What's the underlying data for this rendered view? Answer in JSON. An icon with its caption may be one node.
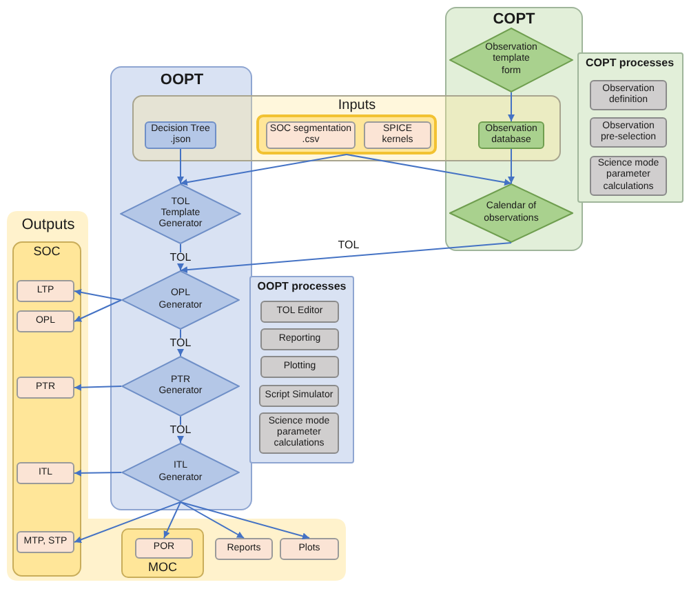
{
  "diagram": {
    "nodes": [
      {
        "text": [
          "OOPT"
        ]
      },
      {
        "text": [
          "Inputs"
        ]
      },
      {
        "text": [
          "Decision Tree .json"
        ]
      },
      {
        "text": [],
        "shape": "box",
        "in": 1
      },
      {
        "text": [
          "SOC segmentation .csv"
        ],
        "in": 3
      },
      {
        "text": [
          "SPICE kernels"
        ],
        "in": 3
      },
      {
        "text": [
          "Observation database"
        ]
      },
      {
        "text": [
          "COPT"
        ]
      },
      {
        "text": [
          "Observation template form"
        ],
        "in": 7
      },
      {
        "text": [
          "Calendar of observations"
        ],
        "in": 7
      },
      {
        "text": [
          "COPT processes"
        ]
      },
      {
        "text": [
          "Observation definition"
        ],
        "in": 10
      },
      {
        "text": [
          "Observation pre-selection"
        ],
        "in": 10
      },
      {
        "text": [
          "Science mode parameter calculations"
        ],
        "in": 10
      },
      {
        "text": [
          "TOL Template Generator"
        ],
        "in": 0
      },
      {
        "text": [
          "OPL Generator"
        ],
        "in": 0
      },
      {
        "text": [
          "PTR Generator"
        ],
        "in": 0
      },
      {
        "text": [
          "ITL Generator"
        ],
        "in": 0
      },
      {
        "text": [
          "OOPT processes"
        ]
      },
      {
        "text": [
          "TOL Editor"
        ],
        "in": 18
      },
      {
        "text": [
          "Reporting"
        ],
        "in": 18
      },
      {
        "text": [
          "Plotting"
        ],
        "in": 18
      },
      {
        "text": [
          "Script Simulator"
        ],
        "in": 18
      },
      {
        "text": [
          "Science mode parameter calculations"
        ],
        "in": 18
      },
      {
        "text": [
          "Outputs"
        ]
      },
      {
        "text": [
          "SOC"
        ],
        "in": 24
      },
      {
        "text": [
          "LTP"
        ],
        "in": 25
      },
      {
        "text": [
          "OPL"
        ],
        "in": 25
      },
      {
        "text": [
          "PTR"
        ],
        "in": 25
      },
      {
        "text": [
          "ITL"
        ],
        "in": 25
      },
      {
        "text": [
          "MTP, STP"
        ],
        "in": 25
      },
      {
        "text": [
          "MOC"
        ],
        "in": 24
      },
      {
        "text": [
          "POR"
        ],
        "in": 31
      },
      {
        "text": [
          "Reports"
        ],
        "in": 24
      },
      {
        "text": [
          "Plots"
        ],
        "in": 24
      }
    ],
    "edges": [
      {
        "from": 2,
        "to": 14,
        "arrow": "to"
      },
      {
        "from": 3,
        "to": 14,
        "arrow": "to"
      },
      {
        "from": 3,
        "to": 9,
        "arrow": "to"
      },
      {
        "from": 8,
        "to": 6,
        "arrow": "to"
      },
      {
        "from": 6,
        "to": 9,
        "arrow": "to"
      },
      {
        "from": 14,
        "to": 15,
        "arrow": "to",
        "label": "TOL"
      },
      {
        "from": 9,
        "to": 15,
        "arrow": "to",
        "label": "TOL"
      },
      {
        "from": 15,
        "to": 16,
        "arrow": "to",
        "label": "TOL"
      },
      {
        "from": 16,
        "to": 17,
        "arrow": "to",
        "label": "TOL"
      },
      {
        "from": 15,
        "to": 26,
        "arrow": "to"
      },
      {
        "from": 15,
        "to": 27,
        "arrow": "to"
      },
      {
        "from": 16,
        "to": 28,
        "arrow": "to"
      },
      {
        "from": 17,
        "to": 29,
        "arrow": "to"
      },
      {
        "from": 17,
        "to": 30,
        "arrow": "to"
      },
      {
        "from": 17,
        "to": 32,
        "arrow": "to"
      },
      {
        "from": 17,
        "to": 33,
        "arrow": "to"
      },
      {
        "from": 17,
        "to": 34,
        "arrow": "to"
      }
    ]
  }
}
